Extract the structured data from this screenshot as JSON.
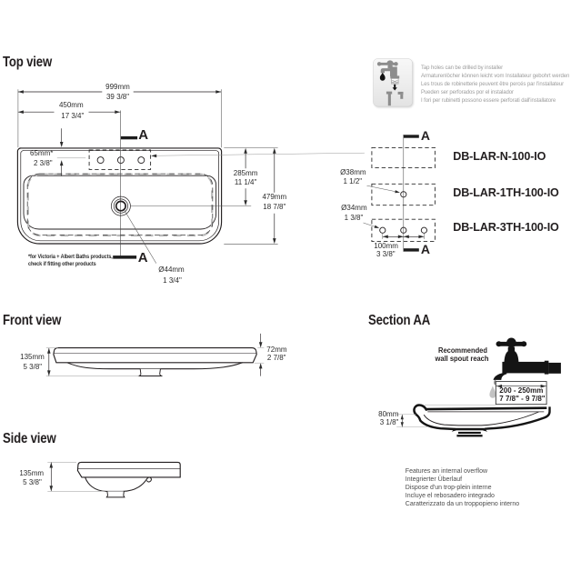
{
  "sheet": {
    "background_color": "#ffffff",
    "ink_color": "#231f20",
    "leader_color": "#999999",
    "gray_text_color": "#9c9c9c",
    "icon_gray_color": "#8c8c8c"
  },
  "top_view": {
    "title": "Top view",
    "section_marker": "A",
    "dims": {
      "overall_width_mm": "999mm",
      "overall_width_in": "39 3/8\"",
      "tap_centre_mm": "450mm",
      "tap_centre_in": "17 3/4\"",
      "hole_edge_mm": "65mm*",
      "hole_edge_in": "2 3/8\"",
      "drain_offset_mm": "285mm",
      "drain_offset_in": "11 1/4\"",
      "overall_depth_mm": "479mm",
      "overall_depth_in": "18 7/8\"",
      "drain_dia_mm": "Ø44mm",
      "drain_dia_in": "1 3/4\""
    },
    "footnote_line1": "*for Victoria + Albert Baths products,",
    "footnote_line2": "check if fitting other products"
  },
  "tap_hole_options": {
    "section_marker": "A",
    "codes": [
      "DB-LAR-N-100-IO",
      "DB-LAR-1TH-100-IO",
      "DB-LAR-3TH-100-IO"
    ],
    "single_hole_dia_mm": "Ø38mm",
    "single_hole_dia_in": "1 1/2\"",
    "triple_hole_dia_mm": "Ø34mm",
    "triple_hole_dia_in": "1 3/8\"",
    "hole_spacing_mm": "100mm",
    "hole_spacing_in": "3 3/8\""
  },
  "installer_note": {
    "lines": [
      "Tap holes can be drilled by installer",
      "Armaturenlöcher können leicht vom Installateur gebohrt werden",
      "Les trous de robinetterie peuvent être percés par l'installateur",
      "Pueden ser perforados por el instalador",
      "I fori per rubinetti possono essere perforati dall'installatore"
    ]
  },
  "front_view": {
    "title": "Front view",
    "dims": {
      "height_mm": "135mm",
      "height_in": "5 3/8\"",
      "rim_mm": "72mm",
      "rim_in": "2 7/8\""
    }
  },
  "side_view": {
    "title": "Side view",
    "dims": {
      "height_mm": "135mm",
      "height_in": "5 3/8\""
    }
  },
  "section_aa": {
    "title": "Section AA",
    "spout_note_line1": "Recommended",
    "spout_note_line2": "wall spout reach",
    "spout_reach_mm": "200 - 250mm",
    "spout_reach_in": "7 7/8\" - 9 7/8\"",
    "overflow_mm": "80mm",
    "overflow_in": "3 1/8\"",
    "notes": [
      "Features an internal overflow",
      "Integrierter Überlauf",
      "Dispose d'un trop-plein interne",
      "Incluye el rebosadero integrado",
      "Caratterizzato da un troppopieno interno"
    ]
  }
}
